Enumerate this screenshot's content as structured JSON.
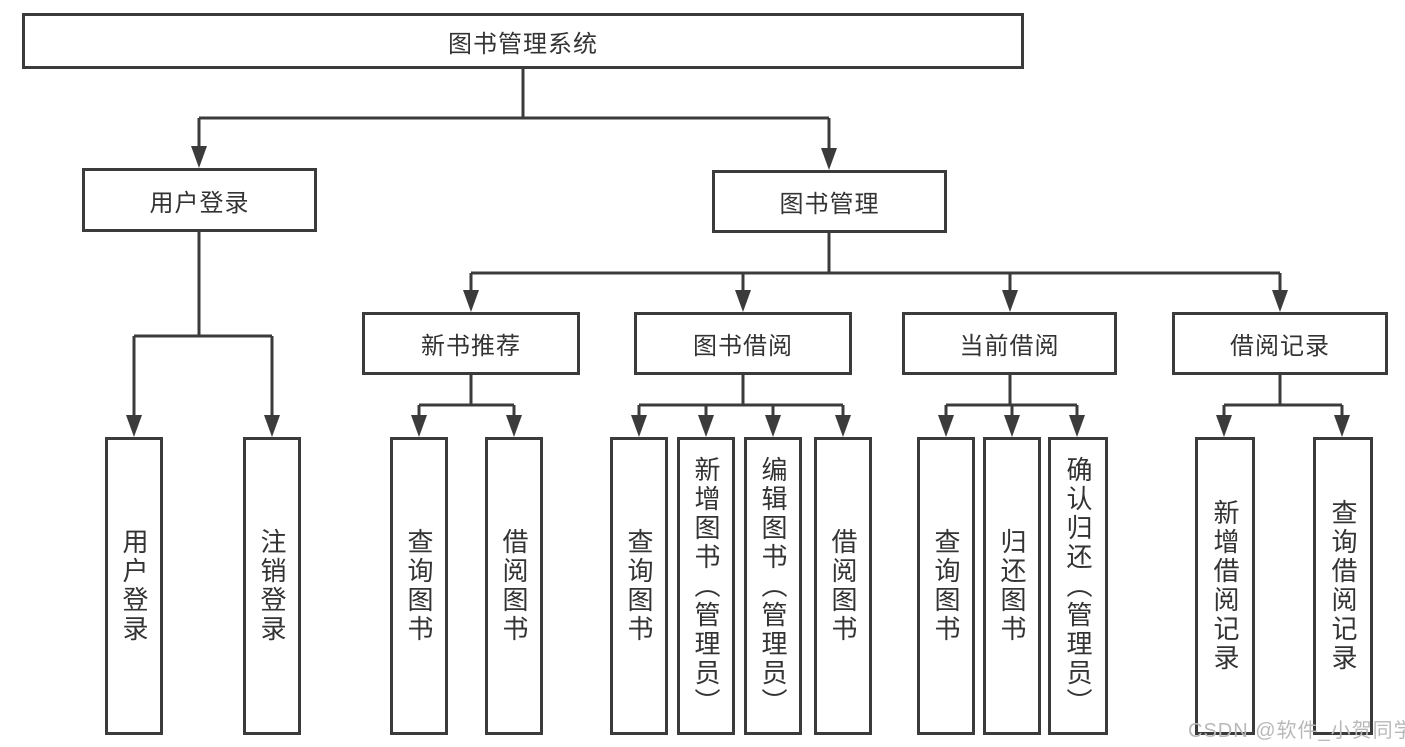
{
  "tree": {
    "label": "图书管理系统",
    "children": [
      {
        "label": "用户登录",
        "children": [
          {
            "label": "用户登录"
          },
          {
            "label": "注销登录"
          }
        ]
      },
      {
        "label": "图书管理",
        "children": [
          {
            "label": "新书推荐",
            "children": [
              {
                "label": "查询图书"
              },
              {
                "label": "借阅图书"
              }
            ]
          },
          {
            "label": "图书借阅",
            "children": [
              {
                "label": "查询图书"
              },
              {
                "label": "新增图书（管理员）"
              },
              {
                "label": "编辑图书（管理员）"
              },
              {
                "label": "借阅图书"
              }
            ]
          },
          {
            "label": "当前借阅",
            "children": [
              {
                "label": "查询图书"
              },
              {
                "label": "归还图书"
              },
              {
                "label": "确认归还（管理员）"
              }
            ]
          },
          {
            "label": "借阅记录",
            "children": [
              {
                "label": "新增借阅记录"
              },
              {
                "label": "查询借阅记录"
              }
            ]
          }
        ]
      }
    ]
  },
  "watermark": {
    "text": "CSDN @软件_小贺同学"
  },
  "colors": {
    "line": "#3b3b3b",
    "text": "#333333",
    "background": "#ffffff",
    "watermark": "#b9b9b9"
  }
}
